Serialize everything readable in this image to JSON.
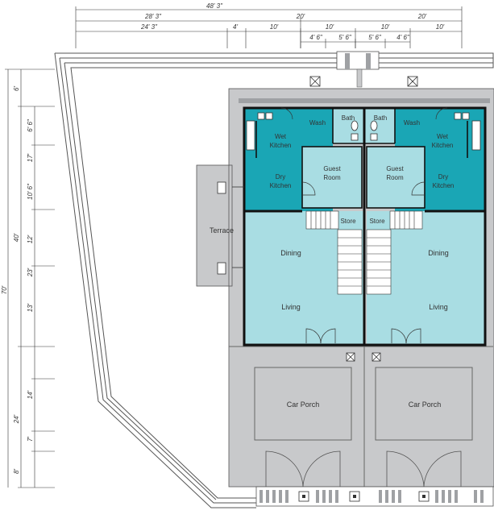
{
  "dimensions_top": {
    "overall": "48' 3\"",
    "row2": [
      "28' 3\"",
      "20'"
    ],
    "row3": [
      "24' 3\"",
      "4'",
      "10'",
      "10'",
      "10'",
      "10'"
    ],
    "row4": [
      "4' 6\"",
      "5' 6\"",
      "5' 6\"",
      "4' 6\""
    ]
  },
  "dimensions_left": {
    "overall": "70'",
    "row2": [
      "6'",
      "40'",
      "24'",
      "8'"
    ],
    "row3": [
      "6' 6\"",
      "17'",
      "10' 6\"",
      "12'",
      "23'",
      "13'",
      "14'",
      "7'"
    ]
  },
  "rooms": {
    "wash_left": "Wash",
    "wash_right": "Wash",
    "bath_left": "Bath",
    "bath_right": "Bath",
    "wet_kitchen_left": [
      "Wet",
      "Kitchen"
    ],
    "wet_kitchen_right": [
      "Wet",
      "Kitchen"
    ],
    "dry_kitchen_left": [
      "Dry",
      "Kitchen"
    ],
    "dry_kitchen_right": [
      "Dry",
      "Kitchen"
    ],
    "guest_room_left": [
      "Guest",
      "Room"
    ],
    "guest_room_right": [
      "Guest",
      "Room"
    ],
    "store_left": "Store",
    "store_right": "Store",
    "terrace": "Terrace",
    "dining_left": "Dining",
    "dining_right": "Dining",
    "living_left": "Living",
    "living_right": "Living",
    "car_porch_left": "Car Porch",
    "car_porch_right": "Car Porch"
  },
  "colors": {
    "teal": "#1aa6b5",
    "light_teal": "#a9dde3",
    "grey": "#c8c9cb",
    "dark_grey": "#9fa1a4",
    "wall": "#111111"
  }
}
